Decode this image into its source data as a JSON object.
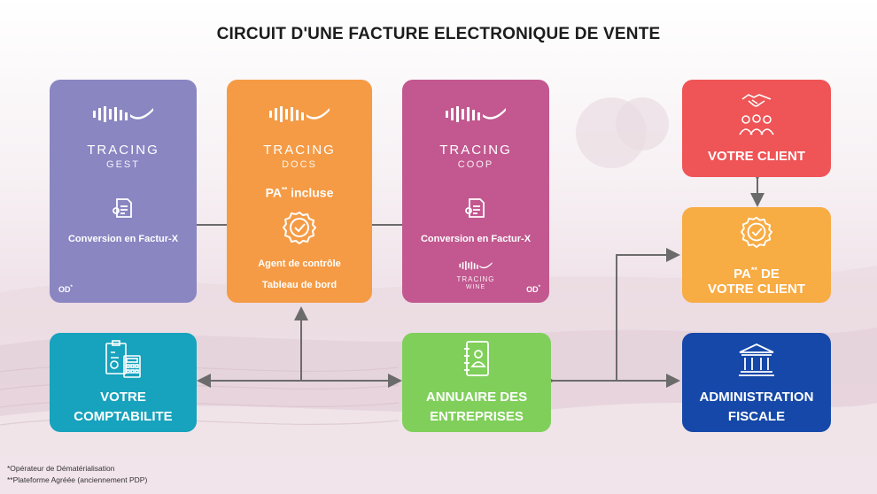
{
  "title": "CIRCUIT D'UNE FACTURE ELECTRONIQUE DE VENTE",
  "gest": {
    "brand": "TRACING",
    "sub": "GEST",
    "conversion": "Conversion en Factur-X",
    "od": "OD",
    "od_sup": "*"
  },
  "docs": {
    "brand": "TRACING",
    "sub": "DOCS",
    "pa": "PA",
    "pa_sup": "**",
    "pa_rest": " incluse",
    "line1": "Agent de contrôle",
    "line2": "Tableau de bord"
  },
  "coop": {
    "brand": "TRACING",
    "sub": "COOP",
    "conversion": "Conversion en Factur-X",
    "wine_brand": "TRACING",
    "wine_sub": "WINE",
    "od": "OD",
    "od_sup": "*"
  },
  "client": {
    "label": "VOTRE CLIENT"
  },
  "pa_client": {
    "line1_a": "PA",
    "line1_sup": "**",
    "line1_b": " DE",
    "line2": "VOTRE CLIENT"
  },
  "compta": {
    "line1": "VOTRE",
    "line2": "COMPTABILITE"
  },
  "annuaire": {
    "line1": "ANNUAIRE DES",
    "line2": "ENTREPRISES"
  },
  "admin": {
    "line1": "ADMINISTRATION",
    "line2": "FISCALE"
  },
  "footnotes": {
    "note1": "*Opérateur de Dématérialisation",
    "note2": "**Plateforme Agréée (anciennement PDP)"
  },
  "colors": {
    "gest": "#8a86c2",
    "docs": "#f59b45",
    "coop": "#c2588f",
    "client": "#ef5456",
    "pa_client": "#f7ac44",
    "compta": "#17a2bd",
    "annuaire": "#7fcf5a",
    "admin": "#1548a8",
    "arrow": "#6b6b6b"
  }
}
